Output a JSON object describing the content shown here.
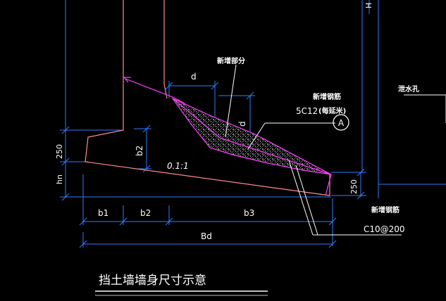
{
  "diagram": {
    "title": "挡土墙墙身尺寸示意",
    "labels": {
      "new_part": "新增部分",
      "new_rebar_1": "新增钢筋",
      "rebar_spec": "5C12",
      "rebar_spec_note": "(每延米)",
      "callout": "A",
      "drain_hole": "泄水孔",
      "new_rebar_2": "新增钢筋",
      "stirrup_spec": "C10@200",
      "slope": "0.1:1",
      "height_H": "H"
    },
    "dimensions": {
      "d_top": "d",
      "d_side": "d",
      "b2_vertical": "b2",
      "h250_left": "250",
      "hn": "hn",
      "h250_right": "250",
      "b1": "b1",
      "b2": "b2",
      "b3": "b3",
      "Bd": "Bd"
    },
    "colors": {
      "background": "#000000",
      "dimension_line": "#2f7dff",
      "wall_outline": "#ff8a8a",
      "new_part_outline": "#ff40ff",
      "leader": "#ffffff",
      "hatch": "#c9c9c9"
    }
  }
}
